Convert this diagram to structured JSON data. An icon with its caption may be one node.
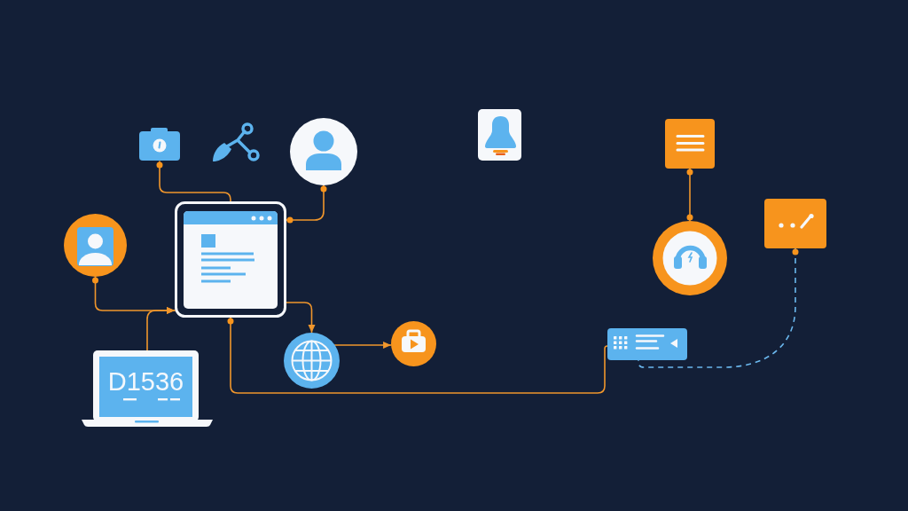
{
  "diagram": {
    "nodes": [
      {
        "text": [],
        "shape": "picture"
      },
      {
        "text": [],
        "shape": "picture"
      },
      {
        "text": [],
        "shape": "circle"
      },
      {
        "text": [],
        "shape": "box"
      },
      {
        "text": [],
        "shape": "box"
      },
      {
        "text": [],
        "shape": "circle"
      },
      {
        "text": [],
        "shape": "box"
      },
      {
        "text": [],
        "shape": "box"
      },
      {
        "text": [],
        "shape": "circle"
      },
      {
        "text": [],
        "shape": "circle"
      },
      {
        "text": [],
        "shape": "circle"
      },
      {
        "text": [],
        "shape": "box"
      },
      {
        "text": [
          "D1536"
        ]
      }
    ],
    "edges": [
      {
        "from": 0,
        "to": 6,
        "arrow": "other"
      },
      {
        "from": 2,
        "to": 6,
        "arrow": "other"
      },
      {
        "from": 5,
        "to": 6,
        "arrow": "to"
      },
      {
        "from": 12,
        "to": 6,
        "arrow": "to"
      },
      {
        "from": 6,
        "to": 9,
        "arrow": "to"
      },
      {
        "from": 9,
        "to": 10,
        "arrow": "to"
      },
      {
        "from": 6,
        "to": 11,
        "arrow": "other"
      },
      {
        "from": 4,
        "to": 8,
        "arrow": "other"
      },
      {
        "from": 7,
        "to": 11,
        "arrow": "other",
        "style": "dashed",
        "color": "#6bb8ee"
      }
    ]
  }
}
